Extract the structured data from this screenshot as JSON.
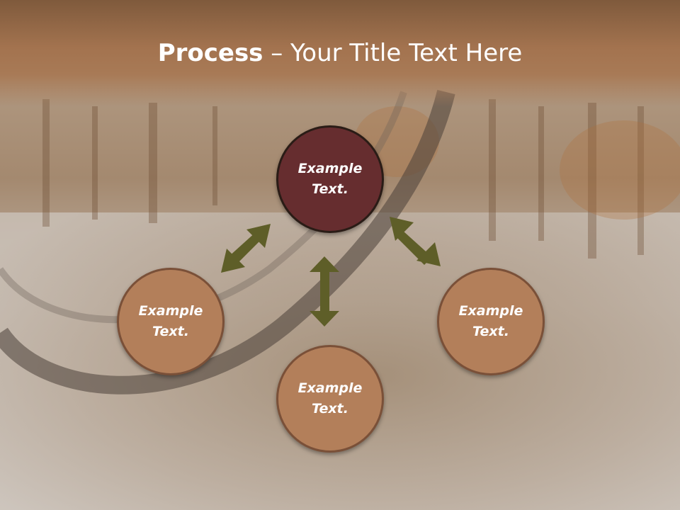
{
  "title": {
    "bold": "Process",
    "rest": " – Your Title Text Here"
  },
  "nodes": {
    "top": "Example Text.",
    "left": "Example Text.",
    "right": "Example Text.",
    "bottom": "Example Text."
  },
  "colors": {
    "title_bar": "#a3734f",
    "node_primary": "#662d2f",
    "node_secondary": "#b37f5a",
    "arrow": "#5e5e28"
  },
  "icons": [
    "double-arrow-icon"
  ]
}
